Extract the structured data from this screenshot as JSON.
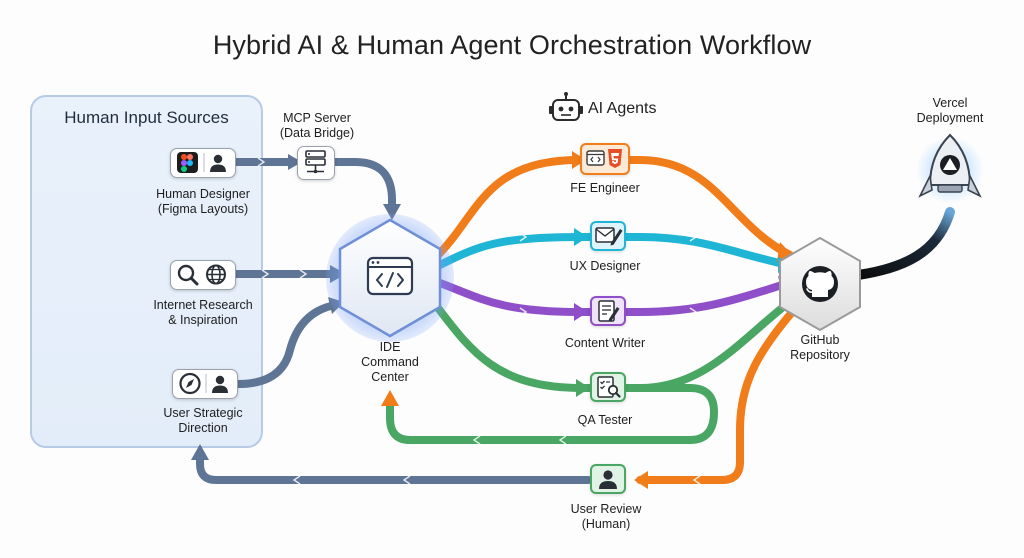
{
  "title": "Hybrid AI & Human Agent Orchestration Workflow",
  "human_panel": {
    "title": "Human Input Sources"
  },
  "human_sources": [
    {
      "line1": "Human Designer",
      "line2": "(Figma Layouts)",
      "icon_a": "figma-icon",
      "icon_b": "person-icon"
    },
    {
      "line1": "Internet Research",
      "line2": "& Inspiration",
      "icon_a": "magnifier-icon",
      "icon_b": "globe-icon"
    },
    {
      "line1": "User Strategic",
      "line2": "Direction",
      "icon_a": "compass-icon",
      "icon_b": "person-icon"
    }
  ],
  "mcp": {
    "line1": "MCP Server",
    "line2": "(Data Bridge)",
    "icon": "server-icon"
  },
  "ide": {
    "line1": "IDE",
    "line2": "Command",
    "line3": "Center",
    "icon": "code-window-icon"
  },
  "ai_agents": {
    "label": "AI Agents",
    "icon": "robot-icon"
  },
  "agents": [
    {
      "name": "FE Engineer",
      "color": "#f07d1a",
      "icon": "html5-icon"
    },
    {
      "name": "UX Designer",
      "color": "#1fb6d6",
      "icon": "pen-mail-icon"
    },
    {
      "name": "Content Writer",
      "color": "#8e4fc9",
      "icon": "document-pen-icon"
    },
    {
      "name": "QA Tester",
      "color": "#4aa663",
      "icon": "checklist-magnifier-icon"
    }
  ],
  "github": {
    "line1": "GitHub",
    "line2": "Repository",
    "icon": "github-icon"
  },
  "vercel": {
    "line1": "Vercel",
    "line2": "Deployment",
    "icon": "rocket-icon"
  },
  "review": {
    "line1": "User Review",
    "line2": "(Human)",
    "icon": "person-icon"
  },
  "colors": {
    "slate_flow": "#5f7595",
    "orange_flow": "#f07d1a",
    "cyan_flow": "#1fb6d6",
    "purple_flow": "#8e4fc9",
    "green_flow": "#4aa663",
    "deploy_flow": "#111111",
    "ide_glow": "#7aa2f7"
  }
}
